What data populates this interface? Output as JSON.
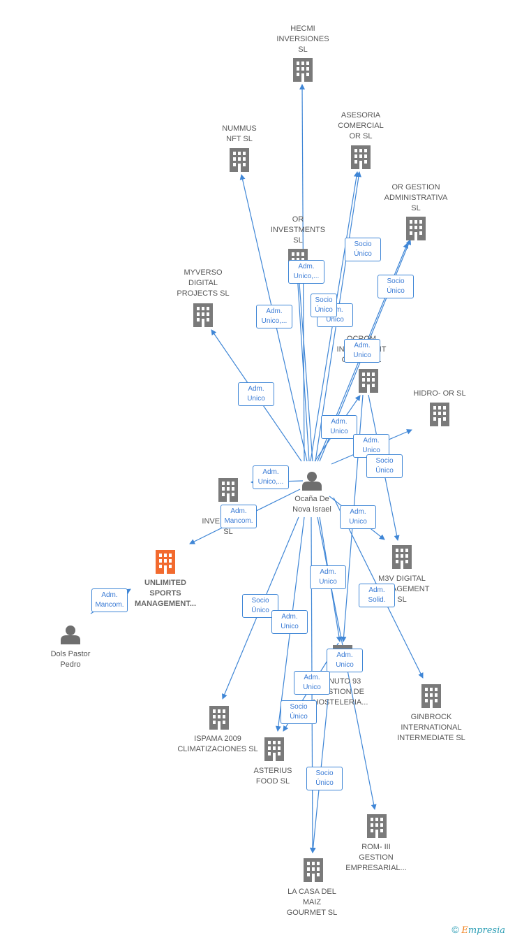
{
  "colors": {
    "edge": "#3f86d6",
    "building": "#7a7a7a",
    "highlight": "#f26a2e",
    "person": "#6e6e6e",
    "badge_text": "#3a7bd5"
  },
  "center_person": {
    "id": "ocana",
    "lines": [
      "Ocaña De",
      "Nova Israel"
    ]
  },
  "nodes": [
    {
      "id": "hecmi",
      "type": "company",
      "icon": "building-icon",
      "lines": [
        "HECMI",
        "INVERSIONES",
        "SL"
      ]
    },
    {
      "id": "asesoria",
      "type": "company",
      "icon": "building-icon",
      "lines": [
        "ASESORIA",
        "COMERCIAL",
        "OR  SL"
      ]
    },
    {
      "id": "nummus",
      "type": "company",
      "icon": "building-icon",
      "lines": [
        "NUMMUS",
        "NFT  SL"
      ]
    },
    {
      "id": "orgestion",
      "type": "company",
      "icon": "building-icon",
      "lines": [
        "OR GESTION",
        "ADMINISTRATIVA",
        "SL"
      ]
    },
    {
      "id": "orinv",
      "type": "company",
      "icon": "building-icon",
      "lines": [
        "OR",
        "INVESTMENTS",
        "SL"
      ]
    },
    {
      "id": "myverso",
      "type": "company",
      "icon": "building-icon",
      "lines": [
        "MYVERSO",
        "DIGITAL",
        "PROJECTS  SL"
      ]
    },
    {
      "id": "ocrom",
      "type": "company",
      "icon": "building-icon",
      "lines": [
        "OCROM",
        "INVESTMENT",
        "GROUP  SL"
      ]
    },
    {
      "id": "hidro",
      "type": "company",
      "icon": "building-icon",
      "lines": [
        "HIDRO- OR  SL"
      ]
    },
    {
      "id": "hinv",
      "type": "company",
      "icon": "building-icon",
      "lines": [
        "H",
        "INVERSIONES",
        "SL"
      ]
    },
    {
      "id": "unlimited",
      "type": "company",
      "icon": "building-icon",
      "highlight": true,
      "lines": [
        "UNLIMITED",
        "SPORTS",
        "MANAGEMENT..."
      ]
    },
    {
      "id": "dols",
      "type": "person",
      "icon": "person-icon",
      "lines": [
        "Dols Pastor",
        "Pedro"
      ]
    },
    {
      "id": "m3v",
      "type": "company",
      "icon": "building-icon",
      "lines": [
        "M3V DIGITAL",
        "MANAGEMENT",
        "SL"
      ]
    },
    {
      "id": "minuto",
      "type": "company",
      "icon": "building-icon",
      "lines": [
        "MINUTO 93",
        "GESTION DE",
        "HOSTELERIA..."
      ]
    },
    {
      "id": "ginbrock",
      "type": "company",
      "icon": "building-icon",
      "lines": [
        "GINBROCK",
        "INTERNATIONAL",
        "INTERMEDIATE SL"
      ]
    },
    {
      "id": "ispama",
      "type": "company",
      "icon": "building-icon",
      "lines": [
        "ISPAMA 2009",
        "CLIMATIZACIONES SL"
      ]
    },
    {
      "id": "asterius",
      "type": "company",
      "icon": "building-icon",
      "lines": [
        "ASTERIUS",
        "FOOD  SL"
      ]
    },
    {
      "id": "rom",
      "type": "company",
      "icon": "building-icon",
      "lines": [
        "ROM- III",
        "GESTION",
        "EMPRESARIAL..."
      ]
    },
    {
      "id": "casa",
      "type": "company",
      "icon": "building-icon",
      "lines": [
        "LA CASA DEL",
        "MAIZ",
        "GOURMET  SL"
      ]
    }
  ],
  "edges": [
    {
      "from": "ocana",
      "to": "hecmi",
      "label": []
    },
    {
      "from": "ocana",
      "to": "nummus",
      "label": [
        "Adm.",
        "Unico,..."
      ]
    },
    {
      "from": "ocana",
      "to": "asesoria",
      "label": [
        "Socio",
        "Único"
      ]
    },
    {
      "from": "ocana",
      "to": "asesoria",
      "label": [
        "Adm.",
        "Unico"
      ]
    },
    {
      "from": "ocana",
      "to": "orgestion",
      "label": [
        "Socio",
        "Único"
      ]
    },
    {
      "from": "ocana",
      "to": "orgestion",
      "label": [
        "Adm.",
        "Unico"
      ]
    },
    {
      "from": "ocana",
      "to": "orinv",
      "label": [
        "Adm.",
        "Unico,..."
      ]
    },
    {
      "from": "ocana",
      "to": "orinv",
      "label": [
        "Socio",
        "Único"
      ]
    },
    {
      "from": "ocana",
      "to": "myverso",
      "label": [
        "Adm.",
        "Unico"
      ]
    },
    {
      "from": "ocana",
      "to": "ocrom",
      "label": [
        "Adm.",
        "Unico"
      ]
    },
    {
      "from": "ocana",
      "to": "hidro",
      "label": [
        "Adm.",
        "Unico"
      ]
    },
    {
      "from": "ocana",
      "to": "hinv",
      "label": [
        "Adm.",
        "Unico,..."
      ]
    },
    {
      "from": "ocana",
      "to": "unlimited",
      "label": [
        "Adm.",
        "Mancom."
      ]
    },
    {
      "from": "dols",
      "to": "unlimited",
      "label": [
        "Adm.",
        "Mancom."
      ]
    },
    {
      "from": "ocana",
      "to": "m3v",
      "label": [
        "Socio",
        "Único"
      ]
    },
    {
      "from": "ocana",
      "to": "m3v",
      "label": [
        "Adm.",
        "Unico"
      ]
    },
    {
      "from": "ocana",
      "to": "ginbrock",
      "label": [
        "Adm.",
        "Solid."
      ]
    },
    {
      "from": "ocana",
      "to": "minuto",
      "label": [
        "Adm.",
        "Unico"
      ]
    },
    {
      "from": "ocana",
      "to": "minuto",
      "label": [
        "Adm.",
        "Unico"
      ]
    },
    {
      "from": "ocana",
      "to": "ispama",
      "label": [
        "Socio",
        "Único"
      ]
    },
    {
      "from": "ocana",
      "to": "asterius",
      "label": [
        "Adm.",
        "Unico"
      ]
    },
    {
      "from": "ocana",
      "to": "asterius",
      "label": [
        "Socio",
        "Único"
      ]
    },
    {
      "from": "ocana",
      "to": "casa",
      "label": [
        "Adm.",
        "Unico"
      ]
    },
    {
      "from": "ocana",
      "to": "casa",
      "label": [
        "Socio",
        "Único"
      ]
    },
    {
      "from": "ocana",
      "to": "rom",
      "label": []
    }
  ],
  "brand": {
    "copyright": "©",
    "first_letter": "E",
    "rest": "mpresia"
  }
}
